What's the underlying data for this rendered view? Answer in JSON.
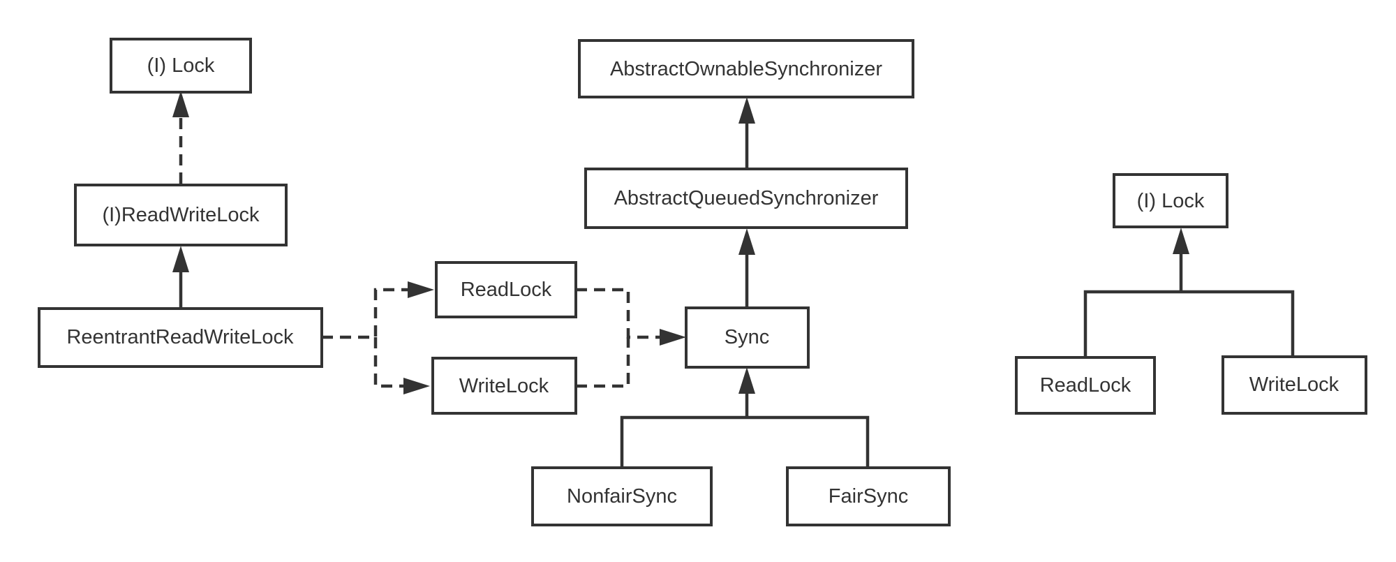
{
  "colors": {
    "stroke": "#333333",
    "background": "#ffffff",
    "text": "#333333"
  },
  "nodes": {
    "lock_left": "(I)  Lock",
    "readwritelock": "(I)ReadWriteLock",
    "reentrant": "ReentrantReadWriteLock",
    "readlock": "ReadLock",
    "writelock": "WriteLock",
    "aos": "AbstractOwnableSynchronizer",
    "aqs": "AbstractQueuedSynchronizer",
    "sync": "Sync",
    "nonfair": "NonfairSync",
    "fair": "FairSync",
    "lock_right": "(I)  Lock",
    "readlock_right": "ReadLock",
    "writelock_right": "WriteLock"
  },
  "relations": [
    {
      "from": "readwritelock",
      "to": "lock_left",
      "kind": "implements"
    },
    {
      "from": "reentrant",
      "to": "readwritelock",
      "kind": "extends"
    },
    {
      "from": "reentrant",
      "to": "readlock",
      "kind": "uses"
    },
    {
      "from": "reentrant",
      "to": "writelock",
      "kind": "uses"
    },
    {
      "from": "readlock",
      "to": "sync",
      "kind": "uses"
    },
    {
      "from": "writelock",
      "to": "sync",
      "kind": "uses"
    },
    {
      "from": "aqs",
      "to": "aos",
      "kind": "extends"
    },
    {
      "from": "sync",
      "to": "aqs",
      "kind": "extends"
    },
    {
      "from": "nonfair",
      "to": "sync",
      "kind": "extends"
    },
    {
      "from": "fair",
      "to": "sync",
      "kind": "extends"
    },
    {
      "from": "readlock_right",
      "to": "lock_right",
      "kind": "extends"
    },
    {
      "from": "writelock_right",
      "to": "lock_right",
      "kind": "extends"
    }
  ]
}
